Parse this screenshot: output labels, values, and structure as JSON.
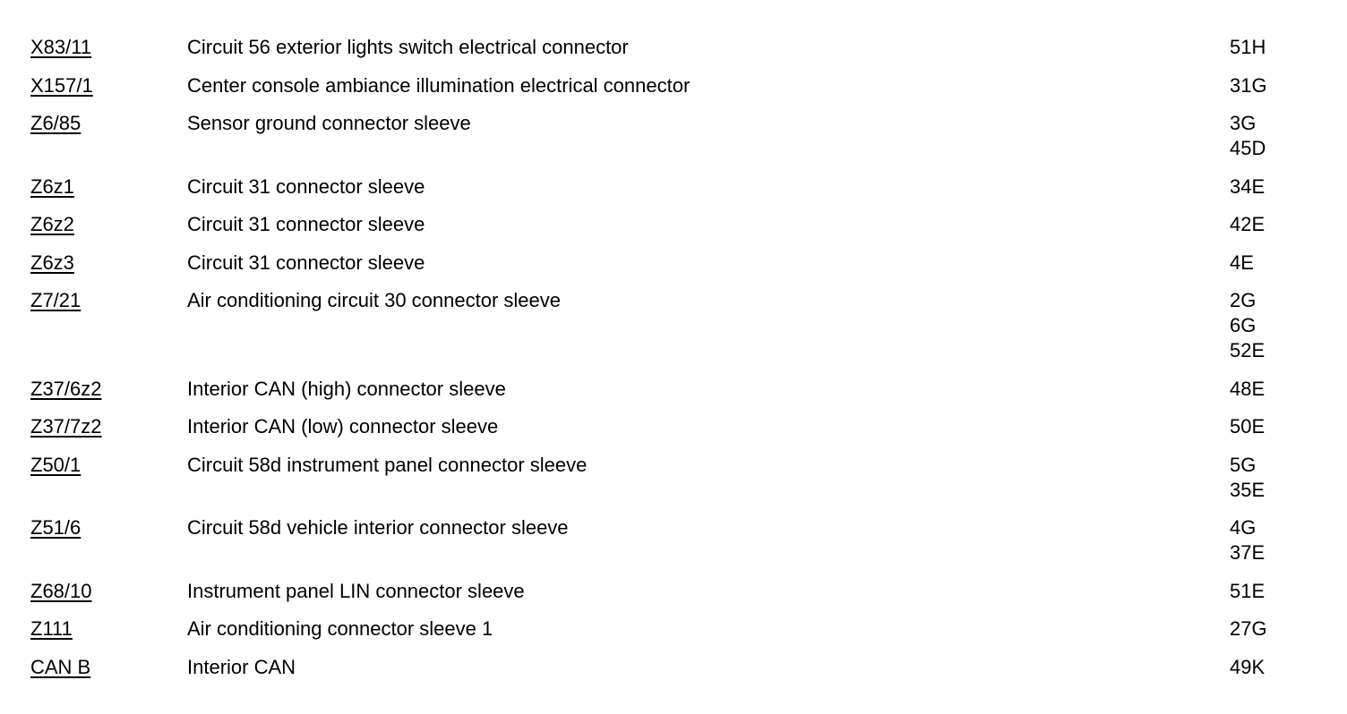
{
  "rows": [
    {
      "code": "X83/11",
      "description": "Circuit 56 exterior lights switch electrical connector",
      "locations": [
        "51H"
      ]
    },
    {
      "code": "X157/1",
      "description": "Center console ambiance illumination electrical connector",
      "locations": [
        "31G"
      ]
    },
    {
      "code": "Z6/85",
      "description": "Sensor ground connector sleeve",
      "locations": [
        "3G",
        "45D"
      ]
    },
    {
      "code": "Z6z1",
      "description": "Circuit 31 connector sleeve",
      "locations": [
        "34E"
      ]
    },
    {
      "code": "Z6z2",
      "description": "Circuit 31 connector sleeve",
      "locations": [
        "42E"
      ]
    },
    {
      "code": "Z6z3",
      "description": "Circuit 31 connector sleeve",
      "locations": [
        "4E"
      ]
    },
    {
      "code": "Z7/21",
      "description": "Air conditioning circuit 30 connector sleeve",
      "locations": [
        "2G",
        "6G",
        "52E"
      ]
    },
    {
      "code": "Z37/6z2",
      "description": "Interior CAN (high) connector sleeve",
      "locations": [
        "48E"
      ]
    },
    {
      "code": "Z37/7z2",
      "description": "Interior CAN (low) connector sleeve",
      "locations": [
        "50E"
      ]
    },
    {
      "code": "Z50/1",
      "description": "Circuit 58d instrument panel connector sleeve",
      "locations": [
        "5G",
        "35E"
      ]
    },
    {
      "code": "Z51/6",
      "description": "Circuit 58d vehicle interior connector sleeve",
      "locations": [
        "4G",
        "37E"
      ]
    },
    {
      "code": "Z68/10",
      "description": "Instrument panel LIN connector sleeve",
      "locations": [
        "51E"
      ]
    },
    {
      "code": "Z111",
      "description": "Air conditioning connector sleeve 1",
      "locations": [
        "27G"
      ]
    },
    {
      "code": "CAN B",
      "description": "Interior CAN",
      "locations": [
        "49K"
      ]
    }
  ]
}
